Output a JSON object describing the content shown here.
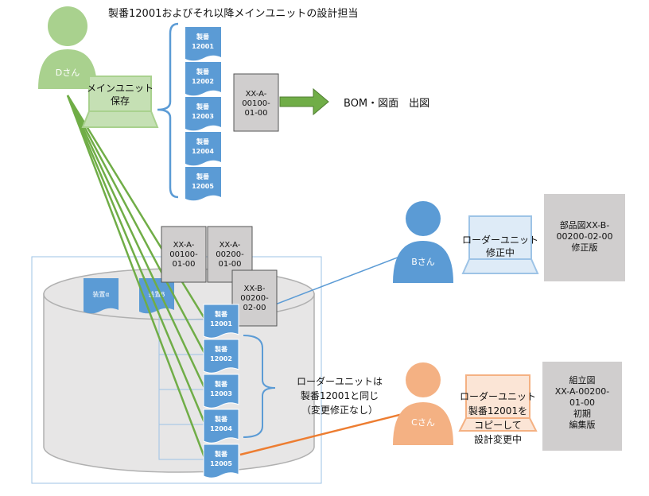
{
  "title": "製番12001およびそれ以降メインユニットの設計担当",
  "people": {
    "d": {
      "name": "Dさん",
      "color": "#a9d18e"
    },
    "b": {
      "name": "Bさん",
      "color": "#5b9bd5"
    },
    "c": {
      "name": "Cさん",
      "color": "#f4b183"
    }
  },
  "laptops": {
    "d": {
      "lines": [
        "メインユニット",
        "保存"
      ],
      "fill": "#c5e0b4",
      "stroke": "#a9d18e"
    },
    "b": {
      "lines": [
        "ローダーユニット",
        "修正中"
      ],
      "fill": "#deebf7",
      "stroke": "#9dc3e6"
    },
    "c": {
      "lines": [
        "ローダーユニット",
        "製番12001を",
        "コピーして",
        "設計変更中"
      ],
      "fill": "#fbe5d6",
      "stroke": "#f4b183"
    }
  },
  "top_docs": [
    {
      "line1": "製番",
      "line2": "12001"
    },
    {
      "line1": "製番",
      "line2": "12002"
    },
    {
      "line1": "製番",
      "line2": "12003"
    },
    {
      "line1": "製番",
      "line2": "12004"
    },
    {
      "line1": "製番",
      "line2": "12005"
    }
  ],
  "db_docs": [
    {
      "line1": "製番",
      "line2": "12001"
    },
    {
      "line1": "製番",
      "line2": "12002"
    },
    {
      "line1": "製番",
      "line2": "12003"
    },
    {
      "line1": "製番",
      "line2": "12004"
    },
    {
      "line1": "製番",
      "line2": "12005"
    }
  ],
  "devices": [
    {
      "label": "装置α"
    },
    {
      "label": "装置β"
    }
  ],
  "part_boxes": {
    "top": {
      "lines": [
        "XX-A-",
        "00100-",
        "01-00"
      ]
    },
    "db1": {
      "lines": [
        "XX-A-",
        "00100-",
        "01-00"
      ]
    },
    "db2": {
      "lines": [
        "XX-A-",
        "00200-",
        "01-00"
      ]
    },
    "db3": {
      "lines": [
        "XX-B-",
        "00200-",
        "02-00"
      ]
    }
  },
  "output_label": "BOM・図面　出図",
  "loader_note": [
    "ローダーユニットは",
    "製番12001と同じ",
    "（変更修正なし）"
  ],
  "b_drawing": [
    "部品図XX-B-",
    "00200-02-00",
    "修正版"
  ],
  "c_drawing": [
    "組立図",
    "XX-A-00200-",
    "01-00",
    "初期",
    "編集版"
  ],
  "colors": {
    "doc": "#5b9bd5",
    "green_line": "#70ad47",
    "blue_line": "#5b9bd5",
    "orange_line": "#ed7d31",
    "gray_box": "#d0cece",
    "cylinder": "#e7e6e6",
    "frame": "#9dc3e6"
  }
}
